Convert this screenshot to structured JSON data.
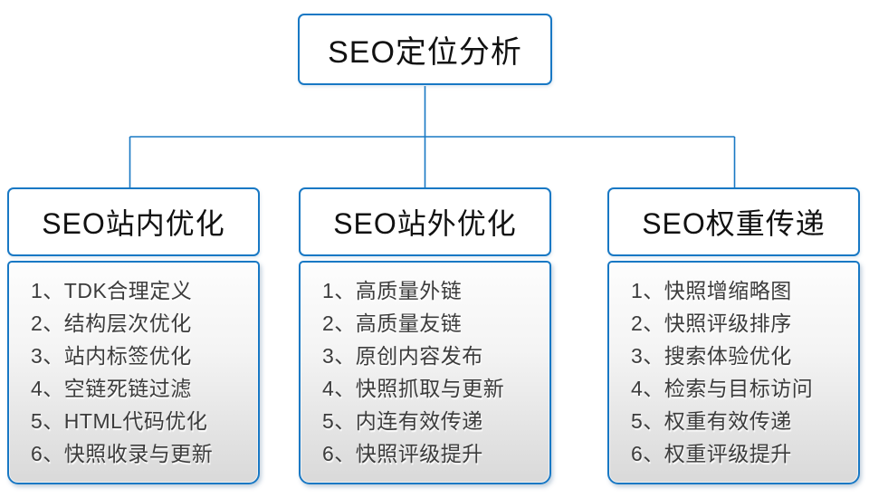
{
  "diagram_title": "SEO定位分析",
  "colors": {
    "accent_blue_border": "#1878C4",
    "node_text": "#111111",
    "list_text": "#3C3C3C",
    "list_bg_top": "#FDFDFD",
    "list_bg_bottom": "#D9D9D9"
  },
  "root": {
    "label": "SEO定位分析"
  },
  "branches": [
    {
      "title": "SEO站内优化",
      "items": [
        "1、TDK合理定义",
        "2、结构层次优化",
        "3、站内标签优化",
        "4、空链死链过滤",
        "5、HTML代码优化",
        "6、快照收录与更新"
      ]
    },
    {
      "title": "SEO站外优化",
      "items": [
        "1、高质量外链",
        "2、高质量友链",
        "3、原创内容发布",
        "4、快照抓取与更新",
        "5、内连有效传递",
        "6、快照评级提升"
      ]
    },
    {
      "title": "SEO权重传递",
      "items": [
        "1、快照增缩略图",
        "2、快照评级排序",
        "3、搜索体验优化",
        "4、检索与目标访问",
        "5、权重有效传递",
        "6、权重评级提升"
      ]
    }
  ]
}
